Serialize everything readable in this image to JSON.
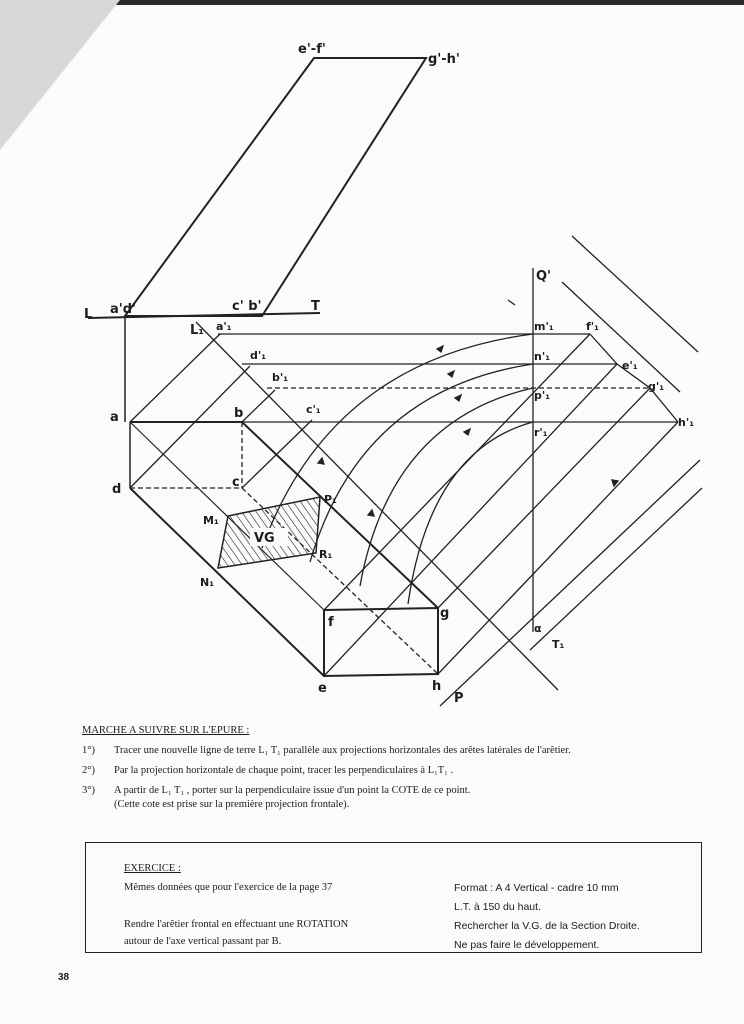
{
  "drawing": {
    "labels": {
      "ef_prime": "e'-f'",
      "gh_prime": "g'-h'",
      "L": "L",
      "ad_prime": "a'd'",
      "cb_prime": "c' b'",
      "T": "T",
      "L1": "L₁",
      "a1": "a'₁",
      "m1": "m'₁",
      "f1": "f'₁",
      "d1": "d'₁",
      "n1": "n'₁",
      "e1": "e'₁",
      "b1": "b'₁",
      "p1": "p'₁",
      "g1": "g'₁",
      "c1": "c'₁",
      "r1": "r'₁",
      "h1": "h'₁",
      "a": "a",
      "b": "b",
      "c": "c",
      "d": "d",
      "P1": "P₁",
      "M1": "M₁",
      "VG": "VG",
      "R1": "R₁",
      "N1": "N₁",
      "f": "f",
      "g": "g",
      "e": "e",
      "h": "h",
      "P": "P",
      "Q_prime": "Q'",
      "alpha": "α",
      "T1": "T₁"
    }
  },
  "instructions": {
    "title": "MARCHE A SUIVRE SUR L'EPURE :",
    "steps": [
      {
        "num": "1°)",
        "text": "Tracer une nouvelle ligne de terre L₁ T₁ parallèle aux projections horizontales des arêtes latérales de l'arêtier."
      },
      {
        "num": "2°)",
        "text": "Par la projection horizontale de chaque point, tracer les perpendiculaires à L₁T₁ ."
      },
      {
        "num": "3°)",
        "text": "A partir de L₁ T₁ , porter sur la perpendiculaire issue d'un point la COTE de ce point.",
        "text2": "(Cette cote est prise sur la première projection frontale)."
      }
    ]
  },
  "exercise": {
    "title": "EXERCICE :",
    "line1": "Mêmes données que pour l'exercice de la page 37",
    "line2": "Rendre l'arêtier frontal en effectuant une ROTATION",
    "line3": "autour de l'axe vertical passant par B.",
    "right": [
      "Format : A 4 Vertical - cadre 10 mm",
      "L.T. à 150 du haut.",
      "Rechercher la V.G. de la Section Droite.",
      "Ne pas faire le développement."
    ]
  },
  "page_number": "38"
}
